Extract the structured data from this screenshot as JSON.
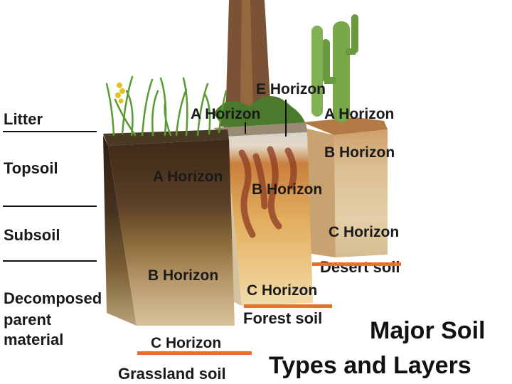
{
  "side_labels": [
    "Litter",
    "Topsoil",
    "Subsoil",
    "Decomposed",
    "parent",
    "material"
  ],
  "grassland": {
    "horizons": [
      "A Horizon",
      "B Horizon",
      "C Horizon"
    ],
    "name": "Grassland soil"
  },
  "forest": {
    "horizons": [
      "E Horizon",
      "A Horizon",
      "B Horizon",
      "C Horizon"
    ],
    "name": "Forest soil"
  },
  "desert": {
    "horizons": [
      "A Horizon",
      "B Horizon",
      "C Horizon"
    ],
    "name": "Desert soil"
  },
  "title": [
    "Major Soil",
    "Types and Layers"
  ],
  "colors": {
    "underline": "#e8702a",
    "grass": "#5a9a32",
    "topsoil": "#4a3420",
    "subsoil": "#8a6a3a",
    "parent_material": "#cdb78f",
    "forest_b": "#e1a95a",
    "root_stain": "#8c3a22",
    "desert_soil": "#dcc196",
    "cactus": "#78a84a",
    "tree_bark": "#7a5236"
  }
}
